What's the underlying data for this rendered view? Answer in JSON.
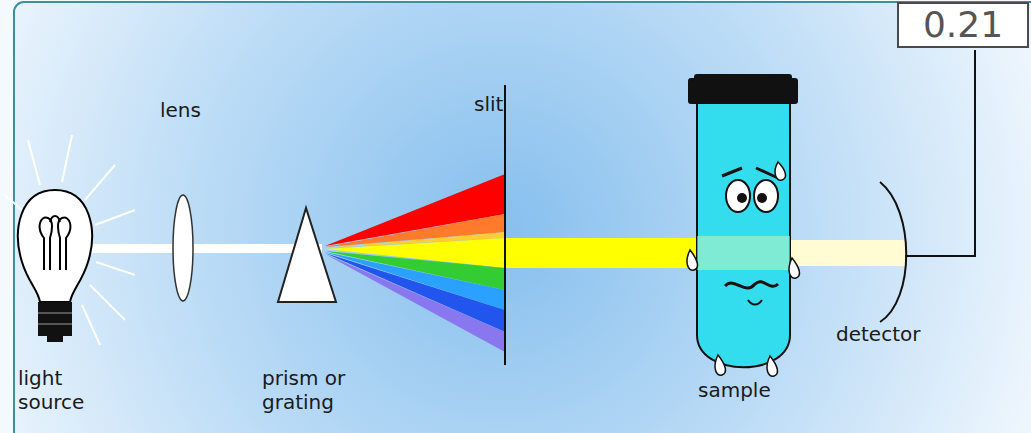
{
  "diagram": {
    "nodes": [
      {
        "text": [
          "0.21"
        ]
      }
    ],
    "labels": [
      "lens",
      "slit",
      "light source",
      "prism or grating",
      "detector",
      "sample"
    ]
  }
}
